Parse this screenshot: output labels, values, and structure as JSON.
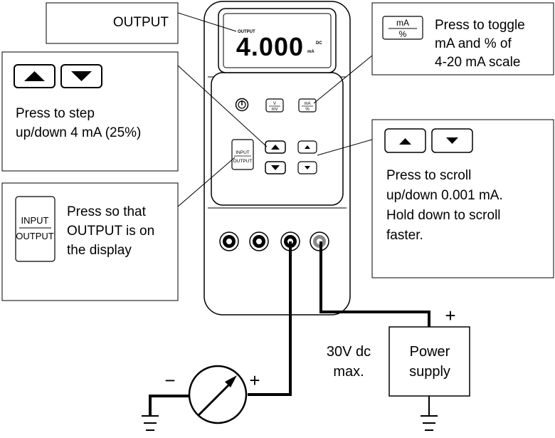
{
  "callouts": {
    "output": {
      "text": "OUTPUT"
    },
    "toggle": {
      "key_top": "mA",
      "key_bottom": "%",
      "lines": [
        "Press to toggle",
        "mA and % of",
        "4-20 mA scale"
      ]
    },
    "step": {
      "lines": [
        "Press to step",
        "up/down 4 mA (25%)"
      ]
    },
    "input_output": {
      "key_top": "INPUT",
      "key_bottom": "OUTPUT",
      "lines": [
        "Press so that",
        "OUTPUT is on",
        "the display"
      ]
    },
    "scroll": {
      "lines": [
        "Press to scroll",
        "up/down 0.001 mA.",
        "Hold down to scroll",
        "faster."
      ]
    }
  },
  "device": {
    "display": {
      "mode_label": "OUTPUT",
      "value": "4.000",
      "unit_top": "DC",
      "unit_bottom": "mA"
    },
    "keys": {
      "v_top": "V",
      "v_bottom": "mV",
      "ma_top": "mA",
      "ma_bottom": "%",
      "io_top": "INPUT",
      "io_bottom": "OUTPUT"
    }
  },
  "circuit": {
    "plus_meter": "+",
    "minus_meter": "−",
    "plus_supply": "+",
    "voltage_lines": [
      "30V dc",
      "max."
    ],
    "power_supply_lines": [
      "Power",
      "supply"
    ]
  }
}
